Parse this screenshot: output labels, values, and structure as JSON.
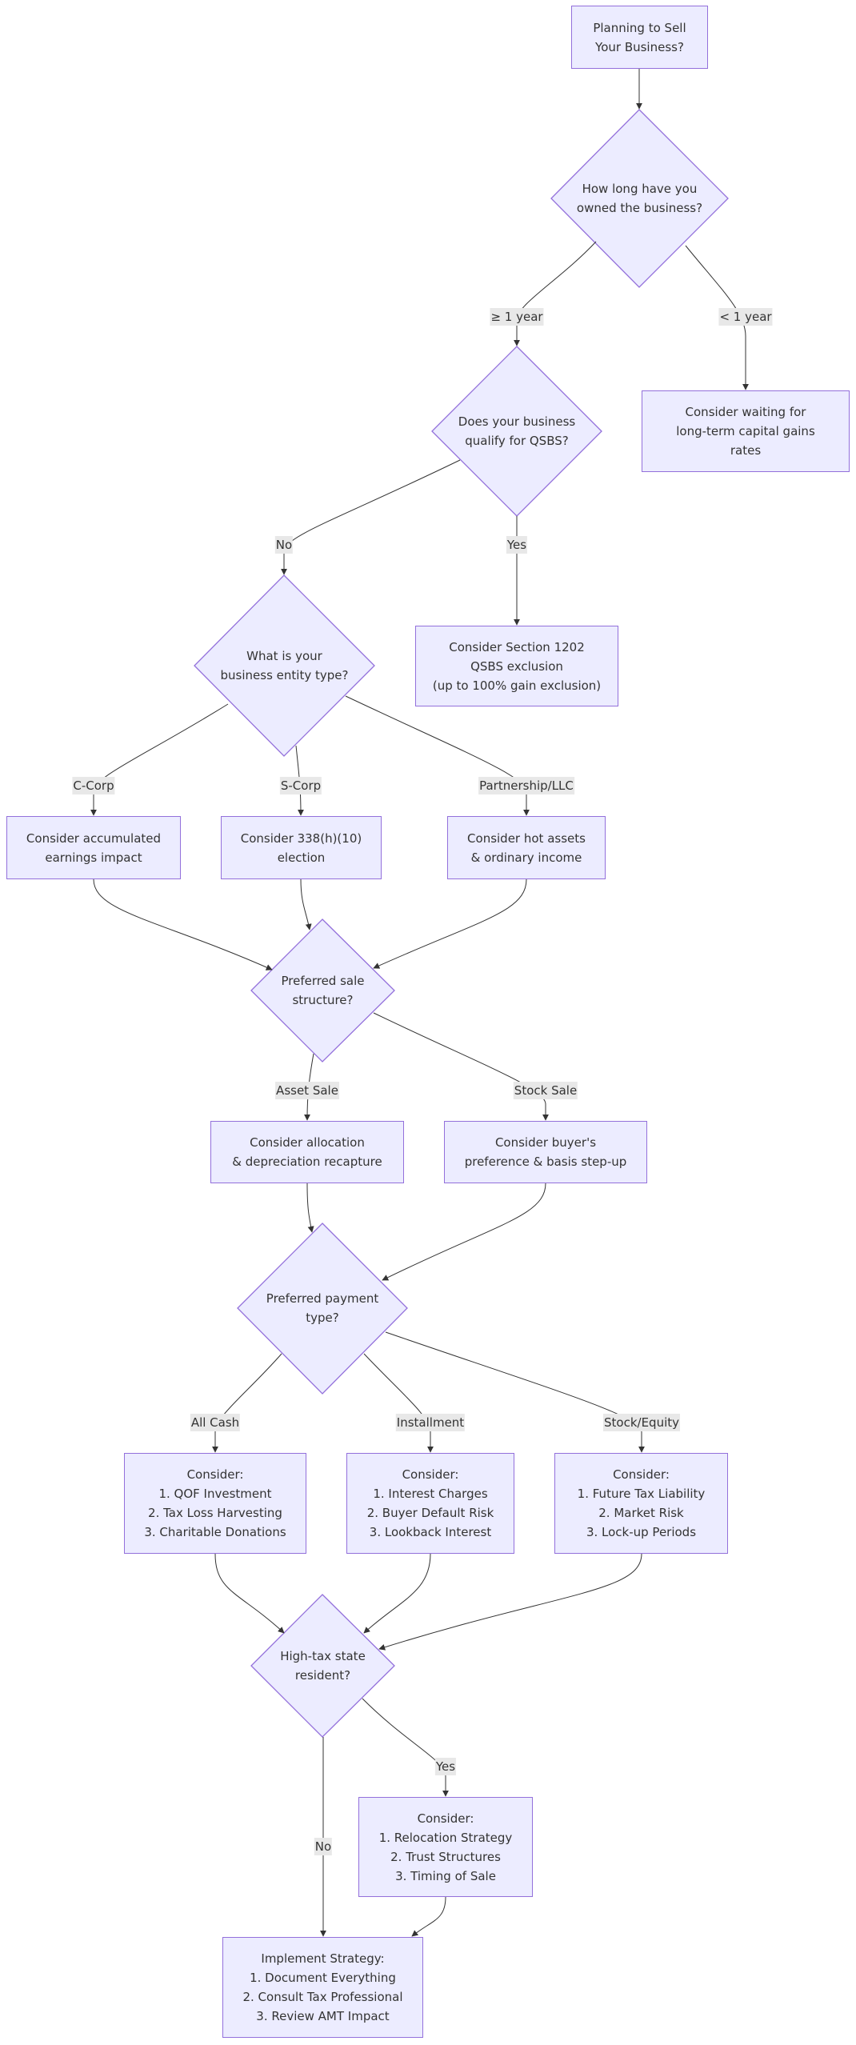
{
  "colors": {
    "node_fill": "#ECECFF",
    "node_stroke": "#9370DB",
    "edge": "#333333",
    "label_bg": "#e8e8e8"
  },
  "nodes": {
    "start": "Planning to Sell\nYour Business?",
    "ownership": "How long have you\nowned the business?",
    "qsbs": "Does your business\nqualify for QSBS?",
    "wait": "Consider waiting for\nlong-term capital gains\nrates",
    "entity": "What is your\nbusiness entity type?",
    "section1202": "Consider Section 1202\nQSBS exclusion\n(up to 100% gain exclusion)",
    "ccorp": "Consider accumulated\nearnings impact",
    "scorp": "Consider 338(h)(10)\nelection",
    "partnership": "Consider hot assets\n& ordinary income",
    "sale_structure": "Preferred sale\nstructure?",
    "asset_sale": "Consider allocation\n& depreciation recapture",
    "stock_sale": "Consider buyer's\npreference & basis step-up",
    "payment": "Preferred payment\ntype?",
    "cash": "Consider:\n1. QOF Investment\n2. Tax Loss Harvesting\n3. Charitable Donations",
    "installment": "Consider:\n1. Interest Charges\n2. Buyer Default Risk\n3. Lookback Interest",
    "equity": "Consider:\n1. Future Tax Liability\n2. Market Risk\n3. Lock-up Periods",
    "high_tax": "High-tax state\nresident?",
    "relocation": "Consider:\n1. Relocation Strategy\n2. Trust Structures\n3. Timing of Sale",
    "implement": "Implement Strategy:\n1. Document Everything\n2. Consult Tax Professional\n3. Review AMT Impact"
  },
  "edge_labels": {
    "ge1": "≥ 1 year",
    "lt1": "< 1 year",
    "qsbs_no": "No",
    "qsbs_yes": "Yes",
    "ccorp": "C-Corp",
    "scorp": "S-Corp",
    "partnership": "Partnership/LLC",
    "asset": "Asset Sale",
    "stock": "Stock Sale",
    "cash": "All Cash",
    "installment": "Installment",
    "equity": "Stock/Equity",
    "tax_yes": "Yes",
    "tax_no": "No"
  }
}
